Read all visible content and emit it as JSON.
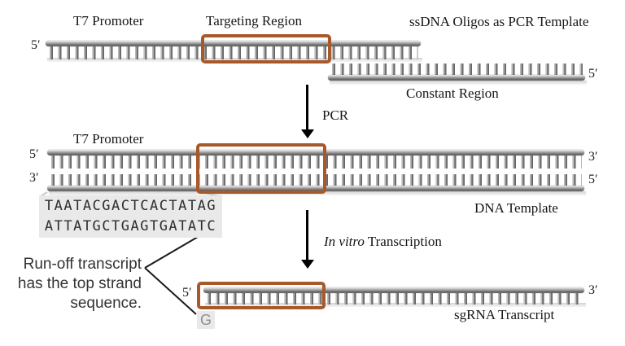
{
  "palette": {
    "region_box_orange": "#a8592b",
    "strand_dark_gray": "#5e5e5e",
    "strand_light_gray": "#d2d2d2",
    "sequence_bg_gray": "#e9e9e9",
    "arrow_black": "#000000",
    "annotation_gray": "#333333"
  },
  "top_section": {
    "t7_label": "T7 Promoter",
    "targeting_label": "Targeting Region",
    "title": "ssDNA Oligos as PCR Template",
    "five_prime_left": "5′",
    "five_prime_right": "5′",
    "constant_label": "Constant Region"
  },
  "pcr_step": {
    "label": "PCR"
  },
  "middle_section": {
    "t7_label": "T7 Promoter",
    "five_prime_left": "5′",
    "three_prime_left": "3′",
    "three_prime_right": "3′",
    "five_prime_right": "5′",
    "dna_template_label": "DNA Template",
    "seq_top_strand": "TAATACGACTCACTATAG",
    "seq_bottom_strand": "ATTATGCTGAGTGATATC"
  },
  "ivt_step": {
    "label_italic": "In vitro",
    "label_rest": " Transcription"
  },
  "bottom_section": {
    "runoff_line1": "Run-off transcript",
    "runoff_line2": "has the top strand",
    "runoff_line3": "sequence.",
    "five_prime": "5′",
    "three_prime": "3′",
    "g_start": "G",
    "sgrna_label": "sgRNA Transcript"
  }
}
